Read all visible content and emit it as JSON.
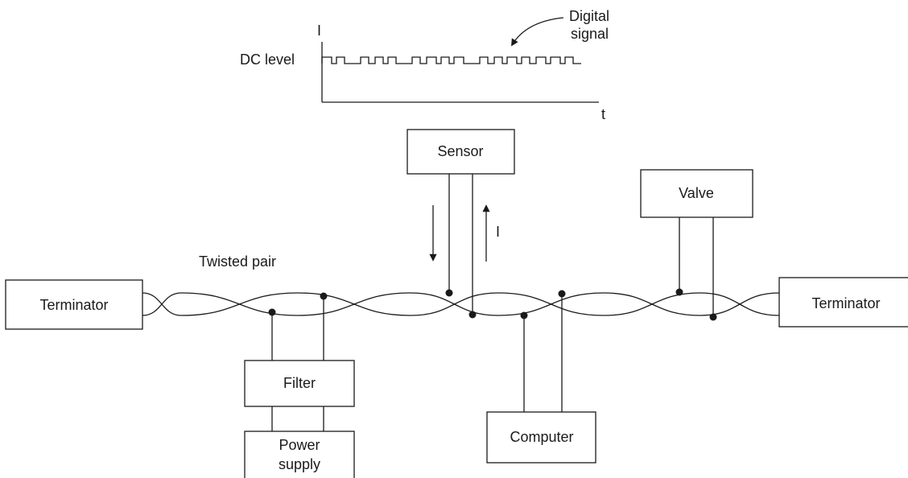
{
  "graph": {
    "axis_y_label": "I",
    "axis_x_label": "t",
    "dc_level_label": "DC level",
    "digital_signal_label_line1": "Digital",
    "digital_signal_label_line2": "signal"
  },
  "bus": {
    "twisted_pair_label": "Twisted pair",
    "current_label": "I"
  },
  "devices": {
    "terminator_left": "Terminator",
    "terminator_right": "Terminator",
    "sensor": "Sensor",
    "valve": "Valve",
    "filter": "Filter",
    "power_supply_line1": "Power",
    "power_supply_line2": "supply",
    "computer": "Computer"
  }
}
